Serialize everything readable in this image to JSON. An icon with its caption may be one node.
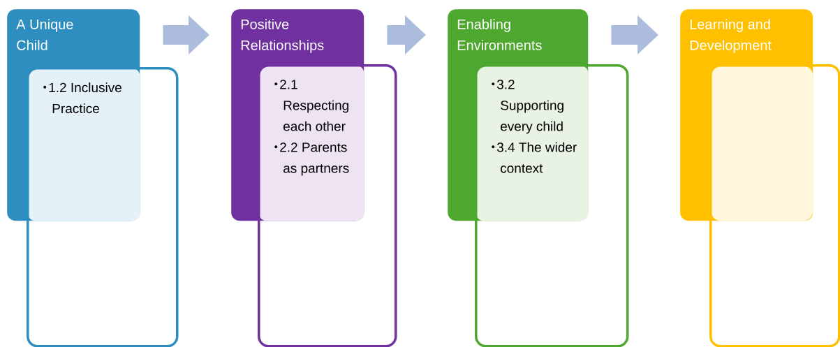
{
  "diagram": {
    "nodes": [
      {
        "text": [
          "A Unique Child"
        ]
      },
      {
        "text": [
          "1.2 Inclusive Practice"
        ]
      },
      {
        "text": [],
        "shape": "box"
      },
      {
        "text": [
          "Positive Relationships"
        ]
      },
      {
        "text": [
          "2.1 Respecting each other",
          "2.2 Parents as partners"
        ]
      },
      {
        "text": [],
        "shape": "box"
      },
      {
        "text": [
          "Enabling Environments"
        ]
      },
      {
        "text": [
          "3.2 Supporting every child",
          "3.4 The wider context"
        ]
      },
      {
        "text": [],
        "shape": "box"
      },
      {
        "text": [
          "Learning and Development"
        ]
      },
      {
        "text": [],
        "shape": "box"
      },
      {
        "text": [],
        "shape": "box"
      }
    ],
    "edges": [
      {
        "from": 0,
        "to": 3,
        "arrow": "to"
      },
      {
        "from": 3,
        "to": 6,
        "arrow": "to"
      },
      {
        "from": 6,
        "to": 9,
        "arrow": "to"
      }
    ]
  }
}
